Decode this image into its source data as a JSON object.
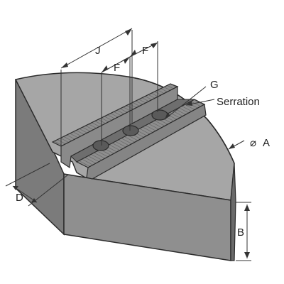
{
  "labels": {
    "j": "J",
    "f_top": "F",
    "f_mid": "F",
    "g": "G",
    "serration": "Serration",
    "diameter_symbol": "⌀",
    "a": "A",
    "d": "D",
    "b": "B"
  },
  "colors": {
    "body_light": "#a9a9a9",
    "body_mid": "#969696",
    "body_dark": "#7d7d7d",
    "body_darker": "#6a6a6a",
    "outline": "#2b2b2b",
    "dim_line": "#333333",
    "serration_line": "#5a5a5a",
    "background": "#ffffff"
  }
}
